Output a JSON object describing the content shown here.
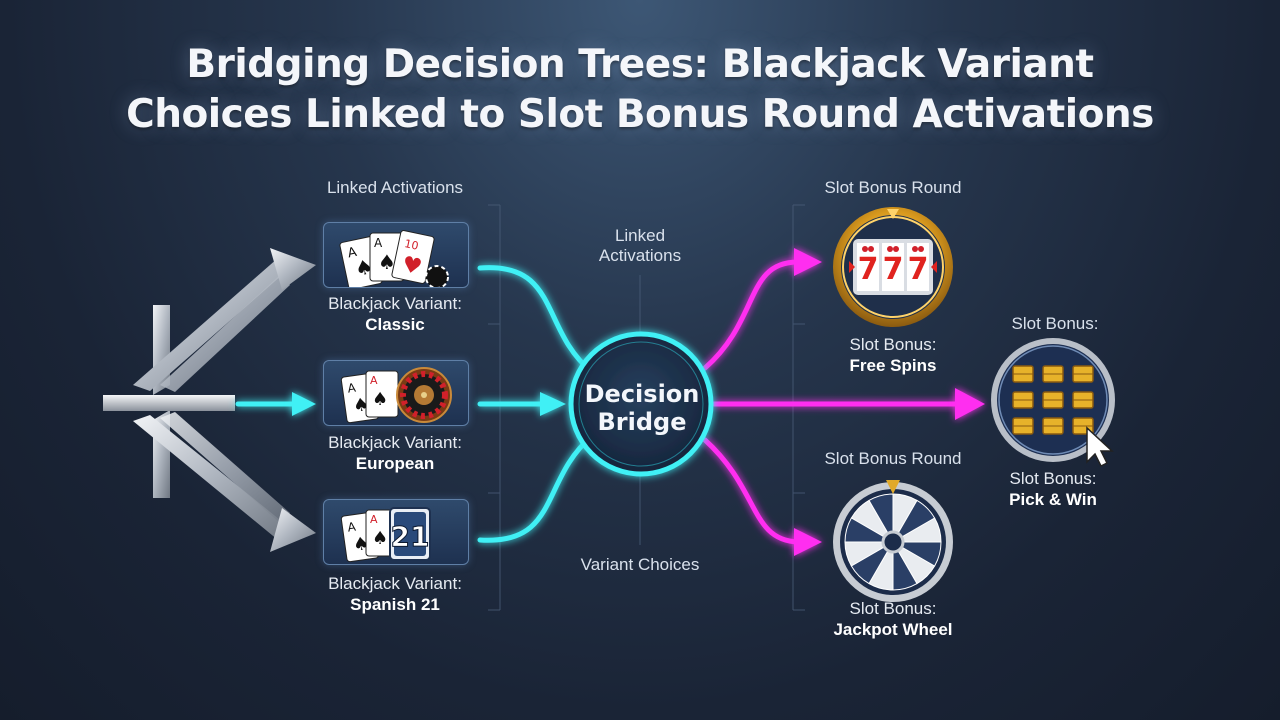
{
  "title": {
    "line1": "Bridging Decision Trees: Blackjack Variant",
    "line2": "Choices Linked to Slot Bonus Round Activations"
  },
  "labels": {
    "left_header": "Linked Activations",
    "center_top_1": "Linked",
    "center_top_2": "Activations",
    "center_bottom": "Variant Choices",
    "right_header_top": "Slot Bonus Round",
    "right_header_bottom": "Slot Bonus Round",
    "far_right_header": "Slot Bonus:"
  },
  "bridge": {
    "line1": "Decision",
    "line2": "Bridge"
  },
  "variants": [
    {
      "caption": "Blackjack Variant:",
      "name": "Classic",
      "icon": "cards-chip-icon"
    },
    {
      "caption": "Blackjack Variant:",
      "name": "European",
      "icon": "cards-roulette-icon"
    },
    {
      "caption": "Blackjack Variant:",
      "name": "Spanish 21",
      "icon": "cards-21-icon"
    }
  ],
  "bonuses": [
    {
      "caption": "Slot Bonus:",
      "name": "Free Spins",
      "icon": "slot-777-icon"
    },
    {
      "caption": "Slot Bonus:",
      "name": "Pick & Win",
      "icon": "treasure-grid-icon"
    },
    {
      "caption": "Slot Bonus:",
      "name": "Jackpot Wheel",
      "icon": "jackpot-wheel-icon"
    }
  ],
  "colors": {
    "cyan": "#3ff0f5",
    "magenta": "#ff2ef0",
    "silver": "#c9ced6",
    "gold": "#e0a92a",
    "navy": "#1e3150"
  }
}
